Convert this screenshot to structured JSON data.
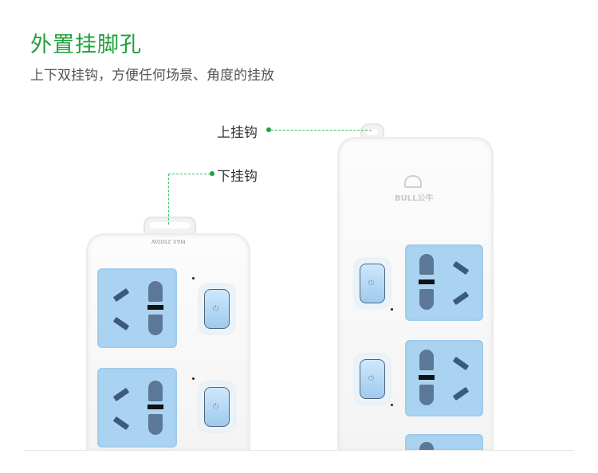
{
  "header": {
    "title": "外置挂脚孔",
    "subtitle": "上下双挂钩，方便任何场景、角度的挂放"
  },
  "labels": {
    "upper_hook": "上挂钩",
    "lower_hook": "下挂钩"
  },
  "product": {
    "brand": "BULL公牛",
    "rating": "MAX 2500W"
  },
  "colors": {
    "accent": "#1ea13c",
    "socket": "#a9d3f1"
  }
}
